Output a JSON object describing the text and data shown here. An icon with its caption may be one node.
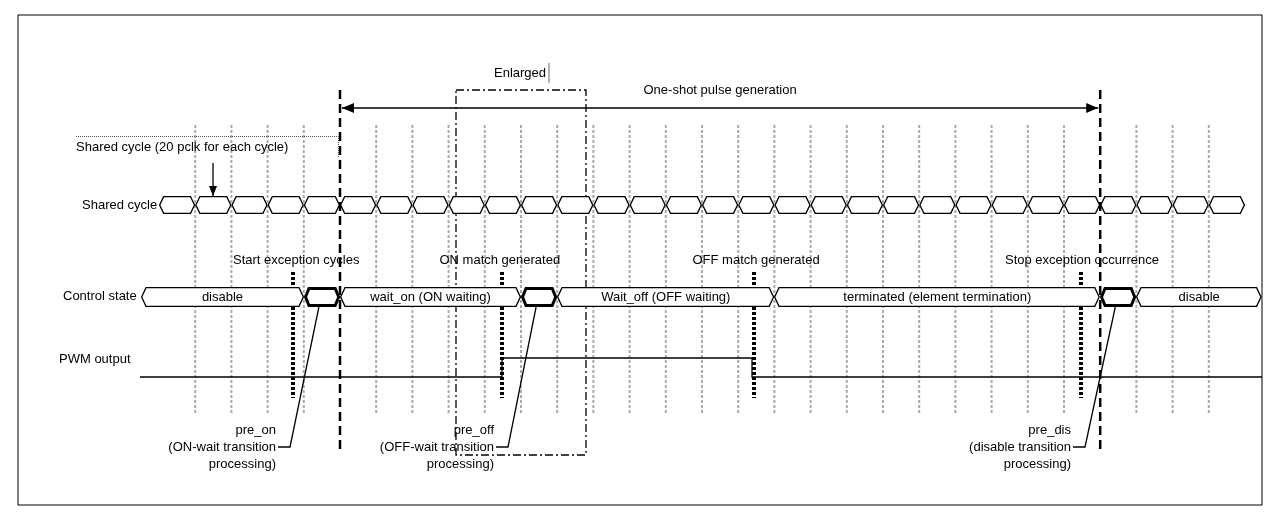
{
  "diagram": {
    "nodes": [
      {
        "text": [
          "Shared cycle (20 pclk for each cycle)"
        ]
      },
      {
        "text": [
          "disable"
        ]
      },
      {
        "text": [],
        "shape": "box"
      },
      {
        "text": [
          "wait_on (ON waiting)"
        ]
      },
      {
        "text": [],
        "shape": "box"
      },
      {
        "text": [
          "Wait_off (OFF waiting)"
        ]
      },
      {
        "text": [
          "terminated (element termination)"
        ]
      },
      {
        "text": [],
        "shape": "box"
      },
      {
        "text": [
          "disable"
        ]
      },
      {
        "text": [
          "pre_on",
          "(ON-wait transition processing)"
        ]
      },
      {
        "text": [
          "pre_off",
          "(OFF-wait transition processing)"
        ]
      },
      {
        "text": [
          "pre_dis",
          "(disable transition processing)"
        ]
      },
      {
        "text": [],
        "shape": "bar"
      }
    ],
    "edges": [
      {
        "from": 0,
        "to": 12,
        "arrow": "to"
      },
      {
        "from": 9,
        "to": 2,
        "arrow": "none"
      },
      {
        "from": 10,
        "to": 4,
        "arrow": "none"
      },
      {
        "from": 11,
        "to": 7,
        "arrow": "none"
      }
    ],
    "labels": [
      "Enlarged",
      "One-shot pulse generation",
      "Shared cycle",
      "Start exception cycles",
      "ON match generated",
      "OFF match generated",
      "Stop exception occurrence",
      "Control state",
      "PWM output"
    ]
  }
}
